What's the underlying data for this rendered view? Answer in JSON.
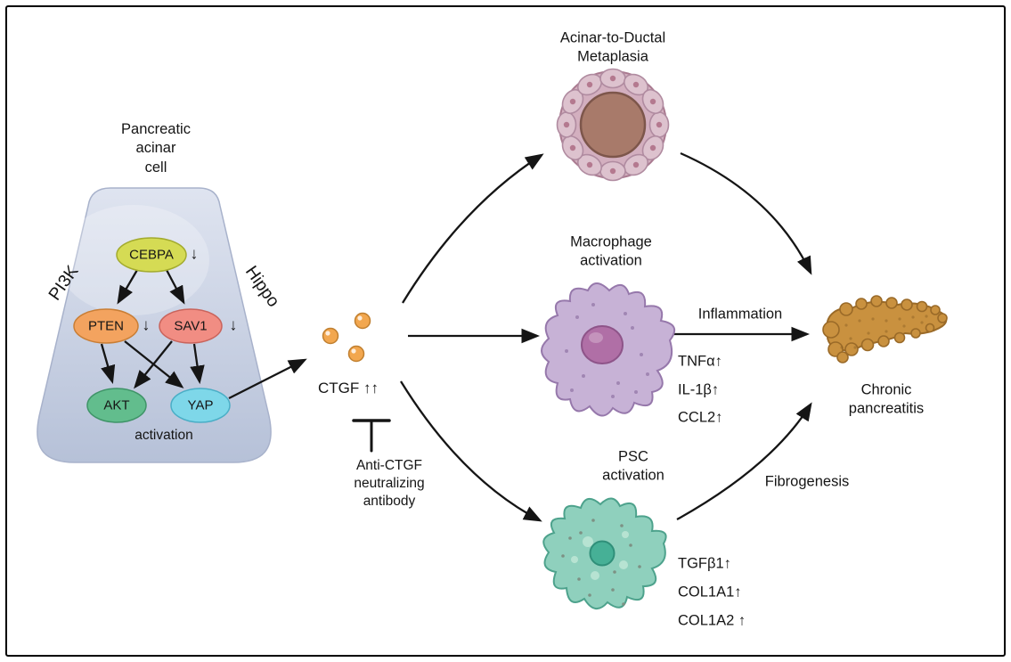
{
  "cell": {
    "title": "Pancreatic\nacinar\ncell",
    "pathway_left": "PI3K",
    "pathway_right": "Hippo",
    "nodes": {
      "cebpa": "CEBPA",
      "pten": "PTEN",
      "sav1": "SAV1",
      "akt": "AKT",
      "yap": "YAP"
    },
    "down_arrow": "↓",
    "activation_label": "activation"
  },
  "ctgf": {
    "label": "CTGF ↑↑",
    "antibody_label": "Anti-CTGF\nneutralizing\nantibody"
  },
  "branches": {
    "adm": {
      "title": "Acinar-to-Ductal\nMetaplasia"
    },
    "macrophage": {
      "title": "Macrophage\nactivation",
      "arrow_label": "Inflammation",
      "markers": [
        "TNFα↑",
        "IL-1β↑",
        "CCL2↑"
      ]
    },
    "psc": {
      "title": "PSC\nactivation",
      "arrow_label": "Fibrogenesis",
      "markers": [
        "TGFβ1↑",
        "COL1A1↑",
        "COL1A2 ↑"
      ]
    }
  },
  "outcome": {
    "title": "Chronic\npancreatitis"
  },
  "colors": {
    "cebpa": "#d5db54",
    "pten": "#f3a35f",
    "sav1": "#f18d83",
    "akt": "#62bd8d",
    "yap": "#7ed7e9",
    "acinar_cell_body": "#c3cde0",
    "ctgf_dot": "#f2a74f",
    "adm_ring": "#d3afbf",
    "adm_cell": "#ddc2ce",
    "adm_core": "#a87a6a",
    "macrophage_body": "#c7b2d6",
    "macrophage_nucleus": "#b06fa6",
    "psc_body": "#8fd0bd",
    "psc_nucleus": "#46b096",
    "pancreas": "#c9913f"
  }
}
